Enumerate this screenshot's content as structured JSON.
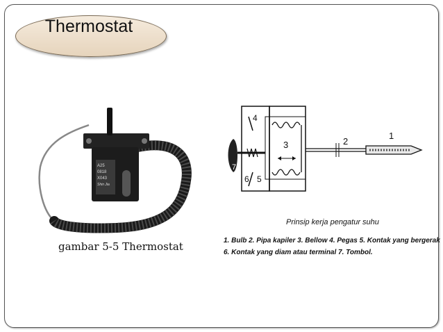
{
  "slide": {
    "title": "Thermostat",
    "left_caption": "gambar 5-5  Thermostat",
    "right_caption": "Prinsip kerja pengatur suhu",
    "legend_line_1": "1. Bulb  2. Pipa kapiler  3. Bellow  4. Pegas  5. Kontak yang bergerak",
    "legend_line_2": "6. Kontak yang diam atau terminal  7. Tombol."
  },
  "photo": {
    "label_lines": [
      "A25",
      "0818",
      "X043",
      "Shin Jia"
    ]
  },
  "diagram": {
    "callouts": [
      "1",
      "2",
      "3",
      "4",
      "5",
      "6",
      "7"
    ]
  }
}
